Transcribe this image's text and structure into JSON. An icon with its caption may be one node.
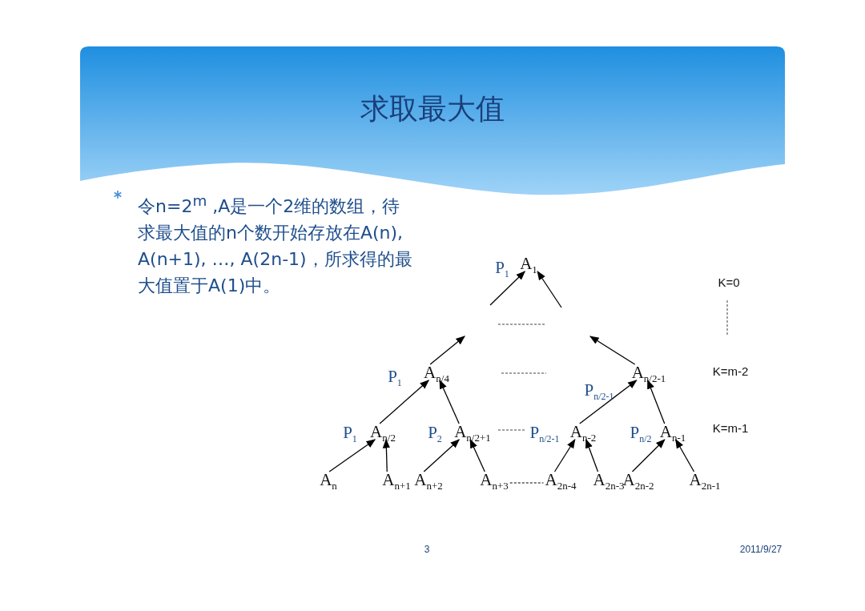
{
  "diagram": {
    "title": "求取最大值",
    "nodes": [
      {
        "text": [
          "A$_{1}$"
        ]
      },
      {
        "text": [
          "A$_{n/4}$"
        ]
      },
      {
        "text": [
          "A$_{n/2-1}$"
        ]
      },
      {
        "text": [
          "A$_{n/2}$"
        ]
      },
      {
        "text": [
          "A$_{n/2+1}$"
        ]
      },
      {
        "text": [
          "A$_{n-2}$"
        ]
      },
      {
        "text": [
          "A$_{n-1}$"
        ]
      },
      {
        "text": [
          "A$_{n}$"
        ]
      },
      {
        "text": [
          "A$_{n+1}$"
        ]
      },
      {
        "text": [
          "A$_{n+2}$"
        ]
      },
      {
        "text": [
          "A$_{n+3}$"
        ]
      },
      {
        "text": [
          "A$_{2n-4}$"
        ]
      },
      {
        "text": [
          "A$_{2n-3}$"
        ]
      },
      {
        "text": [
          "A$_{2n-2}$"
        ]
      },
      {
        "text": [
          "A$_{2n-1}$"
        ]
      }
    ],
    "edges": [
      {
        "from": null,
        "to": 0,
        "arrow": "to"
      },
      {
        "from": null,
        "to": 0,
        "arrow": "to"
      },
      {
        "from": 1,
        "to": null,
        "arrow": "to"
      },
      {
        "from": 2,
        "to": null,
        "arrow": "to"
      },
      {
        "from": 3,
        "to": 1,
        "arrow": "to"
      },
      {
        "from": 4,
        "to": 1,
        "arrow": "to"
      },
      {
        "from": 5,
        "to": 2,
        "arrow": "to"
      },
      {
        "from": 6,
        "to": 2,
        "arrow": "to"
      },
      {
        "from": 7,
        "to": 3,
        "arrow": "to"
      },
      {
        "from": 8,
        "to": 3,
        "arrow": "to"
      },
      {
        "from": 9,
        "to": 4,
        "arrow": "to"
      },
      {
        "from": 10,
        "to": 4,
        "arrow": "to"
      },
      {
        "from": 11,
        "to": 5,
        "arrow": "to"
      },
      {
        "from": 12,
        "to": 5,
        "arrow": "to"
      },
      {
        "from": 13,
        "to": 6,
        "arrow": "to"
      },
      {
        "from": 14,
        "to": 6,
        "arrow": "to"
      },
      {
        "from": 10,
        "to": 11,
        "arrow": "none",
        "style": "dashed"
      }
    ],
    "labels": [
      "令n=2$^{m}$ ,A是一个2维的数组，待求最大值的n个数开始存放在A(n), A(n+1), …, A(2n-1)，所求得的最大值置于A(1)中。",
      "P$_{1}$",
      "K=0",
      "P$_{1}$",
      "P$_{n/2-1}$",
      "K=m-2",
      "P$_{1}$",
      "P$_{2}$",
      "P$_{n/2-1}$",
      "P$_{n/2}$",
      "K=m-1",
      "3",
      "2011/9/27"
    ]
  }
}
